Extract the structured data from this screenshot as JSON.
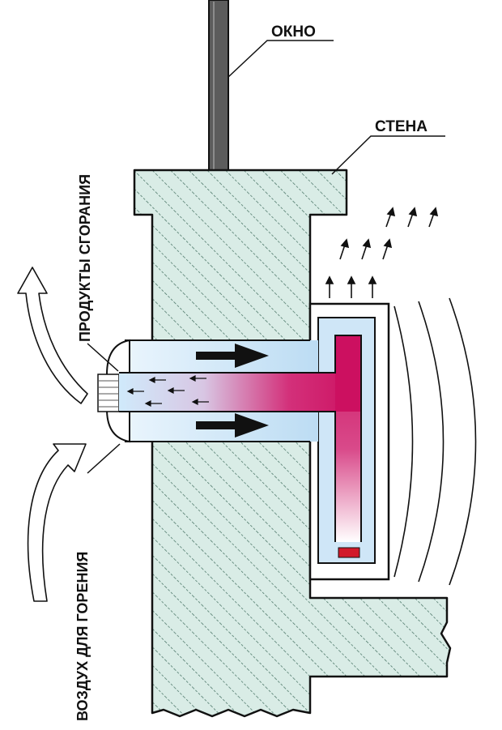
{
  "labels": {
    "window": "ОКНО",
    "wall": "СТЕНА",
    "exhaust": "ПРОДУКТЫ СГОРАНИЯ",
    "intake": "ВОЗДУХ ДЛЯ ГОРЕНИЯ"
  },
  "colors": {
    "wall_fill": "#d9ece6",
    "hatch": "#3f6b5c",
    "outline": "#111111",
    "cold_air": "#cfe6f7",
    "hot_gas": "#d0155f",
    "burner": "#d11a2a"
  },
  "icons": {
    "flow_arrow": "right-arrow-icon",
    "heat_arrow": "up-arrow-icon",
    "air_arrow": "curved-arrow-icon"
  }
}
